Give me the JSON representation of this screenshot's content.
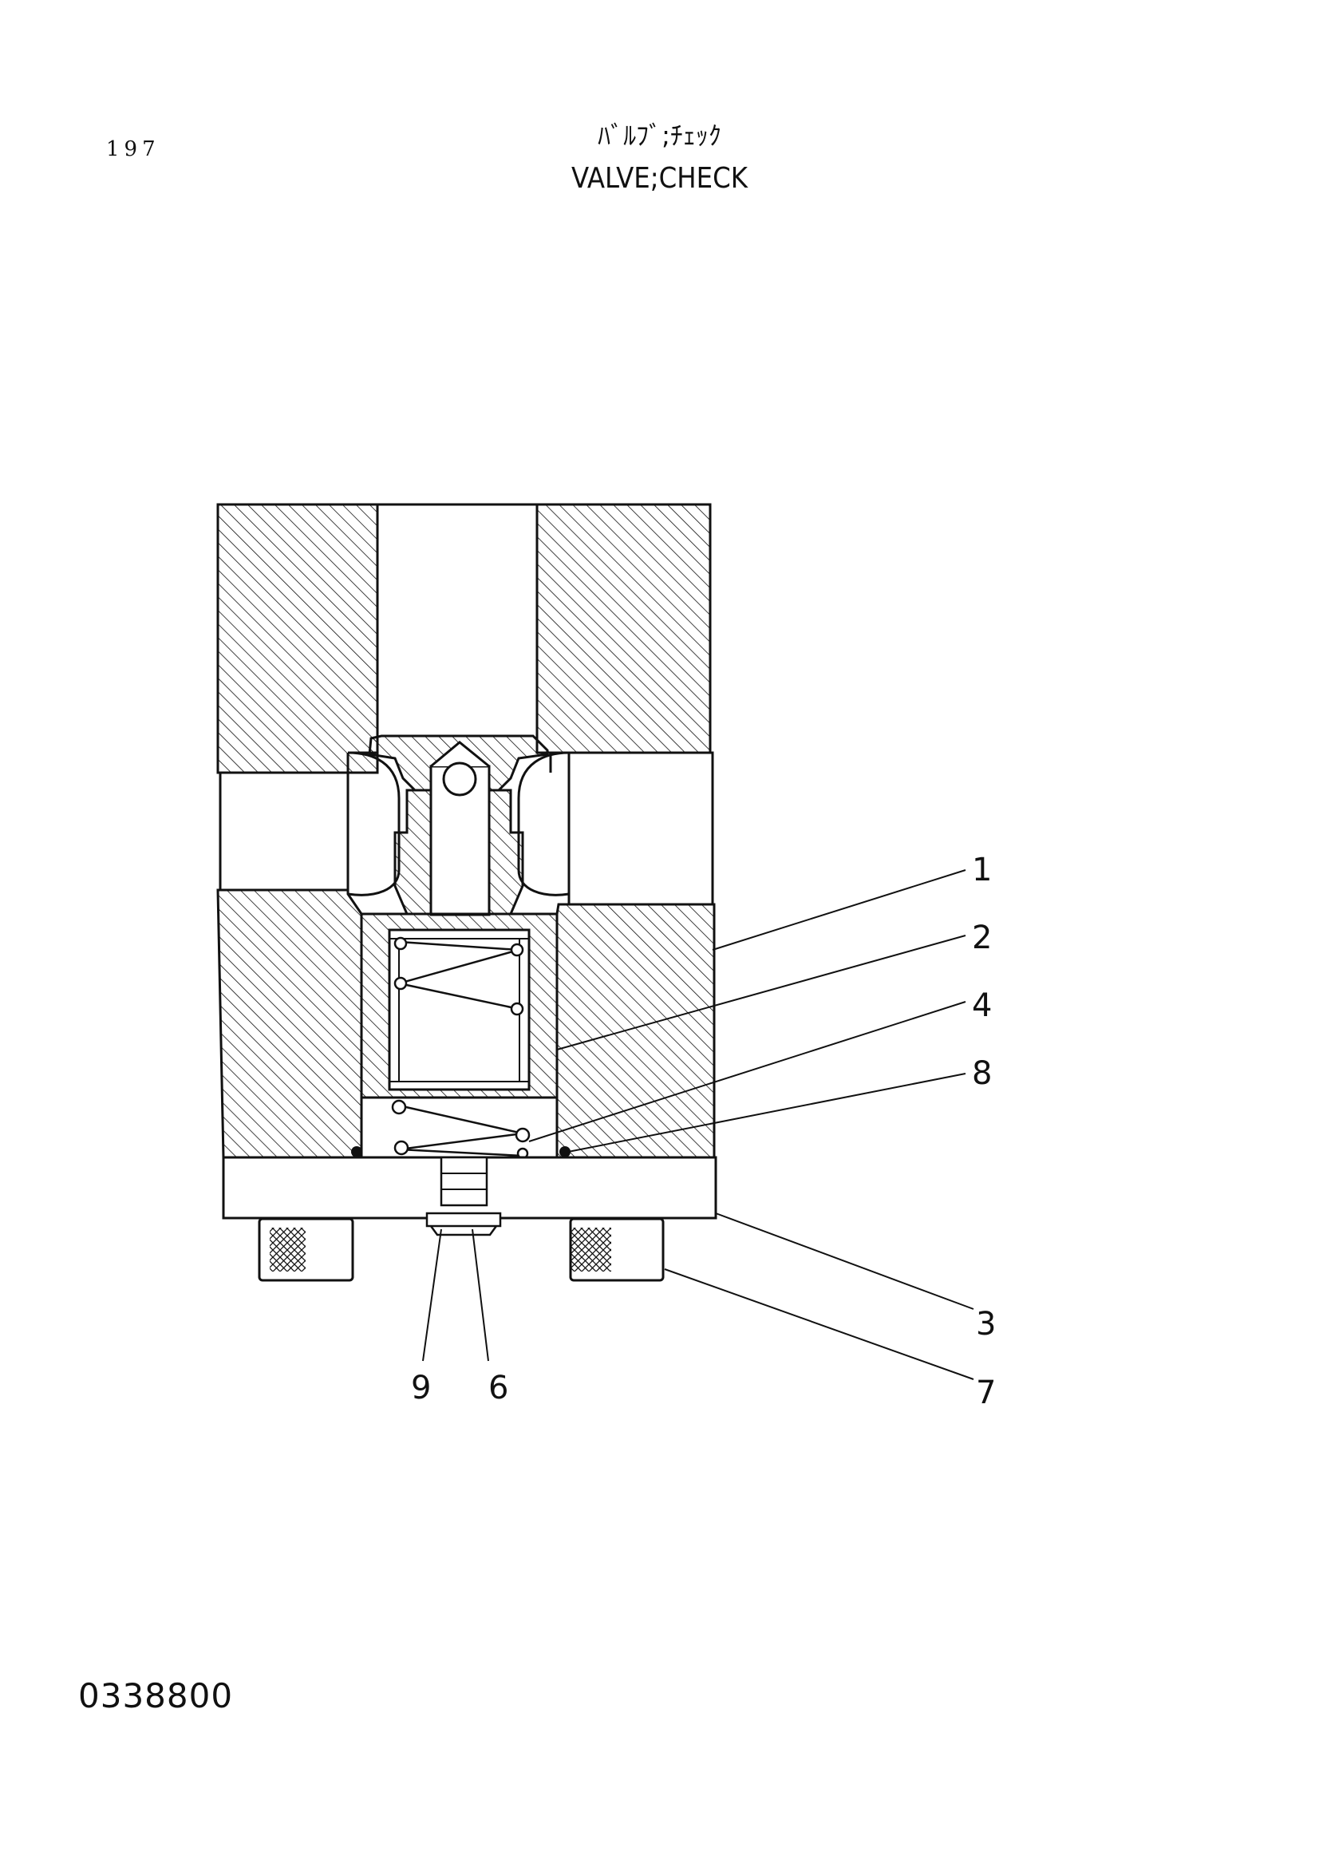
{
  "header": {
    "page_number": "197",
    "title_jp": "ﾊﾞﾙﾌﾞ;ﾁｪｯｸ",
    "title_en": "VALVE;CHECK"
  },
  "footer": {
    "drawing_number": "0338800"
  },
  "callouts": [
    {
      "id": "callout-1",
      "label": "1"
    },
    {
      "id": "callout-2",
      "label": "2"
    },
    {
      "id": "callout-4",
      "label": "4"
    },
    {
      "id": "callout-8",
      "label": "8"
    },
    {
      "id": "callout-3",
      "label": "3"
    },
    {
      "id": "callout-7",
      "label": "7"
    },
    {
      "id": "callout-9",
      "label": "9"
    },
    {
      "id": "callout-6",
      "label": "6"
    }
  ],
  "colors": {
    "ink": "#111111",
    "paper": "#ffffff"
  }
}
